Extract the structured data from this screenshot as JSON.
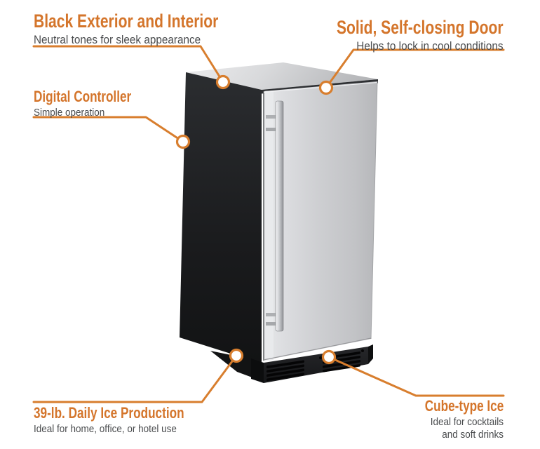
{
  "figure": {
    "type": "product-feature-diagram",
    "product_name": "undercounter cube ice maker",
    "background_color": "#ffffff",
    "accent_color": "#d4752b",
    "leader_line_color": "#d87e2e",
    "subtitle_color": "#494b4d",
    "callout_marker": "white circle with orange ring"
  },
  "callouts": [
    {
      "id": "black-exterior",
      "title": "Black Exterior and Interior",
      "subtitle": "Neutral tones for sleek appearance",
      "position": "top-left",
      "size": "large",
      "points_to": "top front edge of black cabinet"
    },
    {
      "id": "self-closing-door",
      "title": "Solid, Self-closing Door",
      "subtitle": "Helps to lock in cool conditions",
      "position": "top-right",
      "size": "large",
      "points_to": "top edge of stainless door"
    },
    {
      "id": "digital-controller",
      "title": "Digital Controller",
      "subtitle": "Simple operation",
      "position": "middle-left",
      "size": "small",
      "points_to": "black side panel"
    },
    {
      "id": "ice-production",
      "title": "39-lb. Daily Ice Production",
      "subtitle": "Ideal for home, office, or hotel use",
      "position": "bottom-left",
      "size": "small",
      "points_to": "lower black cabinet near base"
    },
    {
      "id": "cube-ice",
      "title": "Cube-type Ice",
      "subtitle": "Ideal for cocktails and soft drinks",
      "position": "bottom-right",
      "size": "small",
      "points_to": "front vent grille of base"
    }
  ],
  "product_parts": {
    "top_panel": "brushed metal top",
    "side_panel": "black left side",
    "door": "stainless steel door",
    "handle": "vertical bar handle, hinge side",
    "base": "black plinth with vent grille"
  }
}
